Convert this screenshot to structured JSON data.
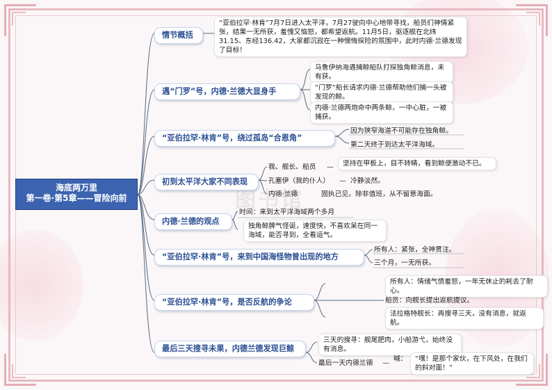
{
  "root": {
    "line1": "海底两万里",
    "line2": "第一卷·第5章——冒险向前"
  },
  "watermark": "图书馆",
  "branches": [
    {
      "id": "b1",
      "label": "情节概括",
      "leaves": [
        "“亚伯拉罕·林肯”7月7日进入太平洋，7月27驶向中心地带寻找，船员们神情紧张，结果一无所获，羞愧又恼怒，都希望返航。11月5日，驱逐舰在北纬31.15、东经136.42，大家都沉寂在一种懊悔探险的氛围中，此时内德·兰德发现了目标！"
      ]
    },
    {
      "id": "b2",
      "label": "遇“门罗”号，内德·兰德大显身手",
      "leaves": [
        "马鲁伊纳海遇捕鲸船队打探独角鲸消息，未有获。",
        "“门罗”船长请求内德·兰德帮助他们捕一头被发现的鲸。",
        "内德·兰德两炮命中两条鲸，一中心脏，一被捕获。"
      ]
    },
    {
      "id": "b3",
      "label": "“亚伯拉罕·林肯”号，绕过孤岛“合恩角”",
      "leaves": [
        "因为狭窄海道不可能存在独角鲸。",
        "第二天终于到达太平洋海域。"
      ]
    },
    {
      "id": "b4",
      "label": "初到太平洋大家不同表现",
      "subs": [
        {
          "label": "我、舰长、船员",
          "dash": "—",
          "text": "坚持在甲板上，目不转睛，看到鲸便激动不已。"
        },
        {
          "label": "孔塞伊（我的仆人）",
          "dash": "—",
          "text": "冷静淡然。"
        },
        {
          "label": "内德·兰德",
          "dash": "",
          "text": "固执己见，除非值班，从不留意海面。"
        }
      ]
    },
    {
      "id": "b5",
      "label": "内德·兰德的观点",
      "leaves": [
        "时间：来到太平洋海域两个多月",
        "独角鲸脾气怪诞，速度快，不喜欢呆在同一海域，能否寻到，全看运气。"
      ]
    },
    {
      "id": "b6",
      "label": "“亚伯拉罕·林肯”号，来到中国海怪物曾出现的地方",
      "leaves": [
        "所有人：紧张，全神贯注。",
        "三个月，一无所获。"
      ]
    },
    {
      "id": "b7",
      "label": "“亚伯拉罕·林肯”号，是否反航的争论",
      "leaves": [
        "所有人：情绪气愤羞怒，一年无休止的耗去了耐心。",
        "船员：向舰长提出返航提议。",
        "法拉格特舰长：再搜寻三天，没有消息，就返航。"
      ]
    },
    {
      "id": "b8",
      "label": "最后三天搜寻未果，内德兰德发现巨鲸",
      "leaves": [
        "三天的搜寻：舰尾肥肉，小船游弋，始终没有消息。"
      ],
      "sub": {
        "label": "最后一天内德兰德",
        "dash": "—",
        "prefix": "喊：",
        "text": "“嘿！是那个家伙，在下风处，在我们的斜对面！”"
      }
    }
  ]
}
